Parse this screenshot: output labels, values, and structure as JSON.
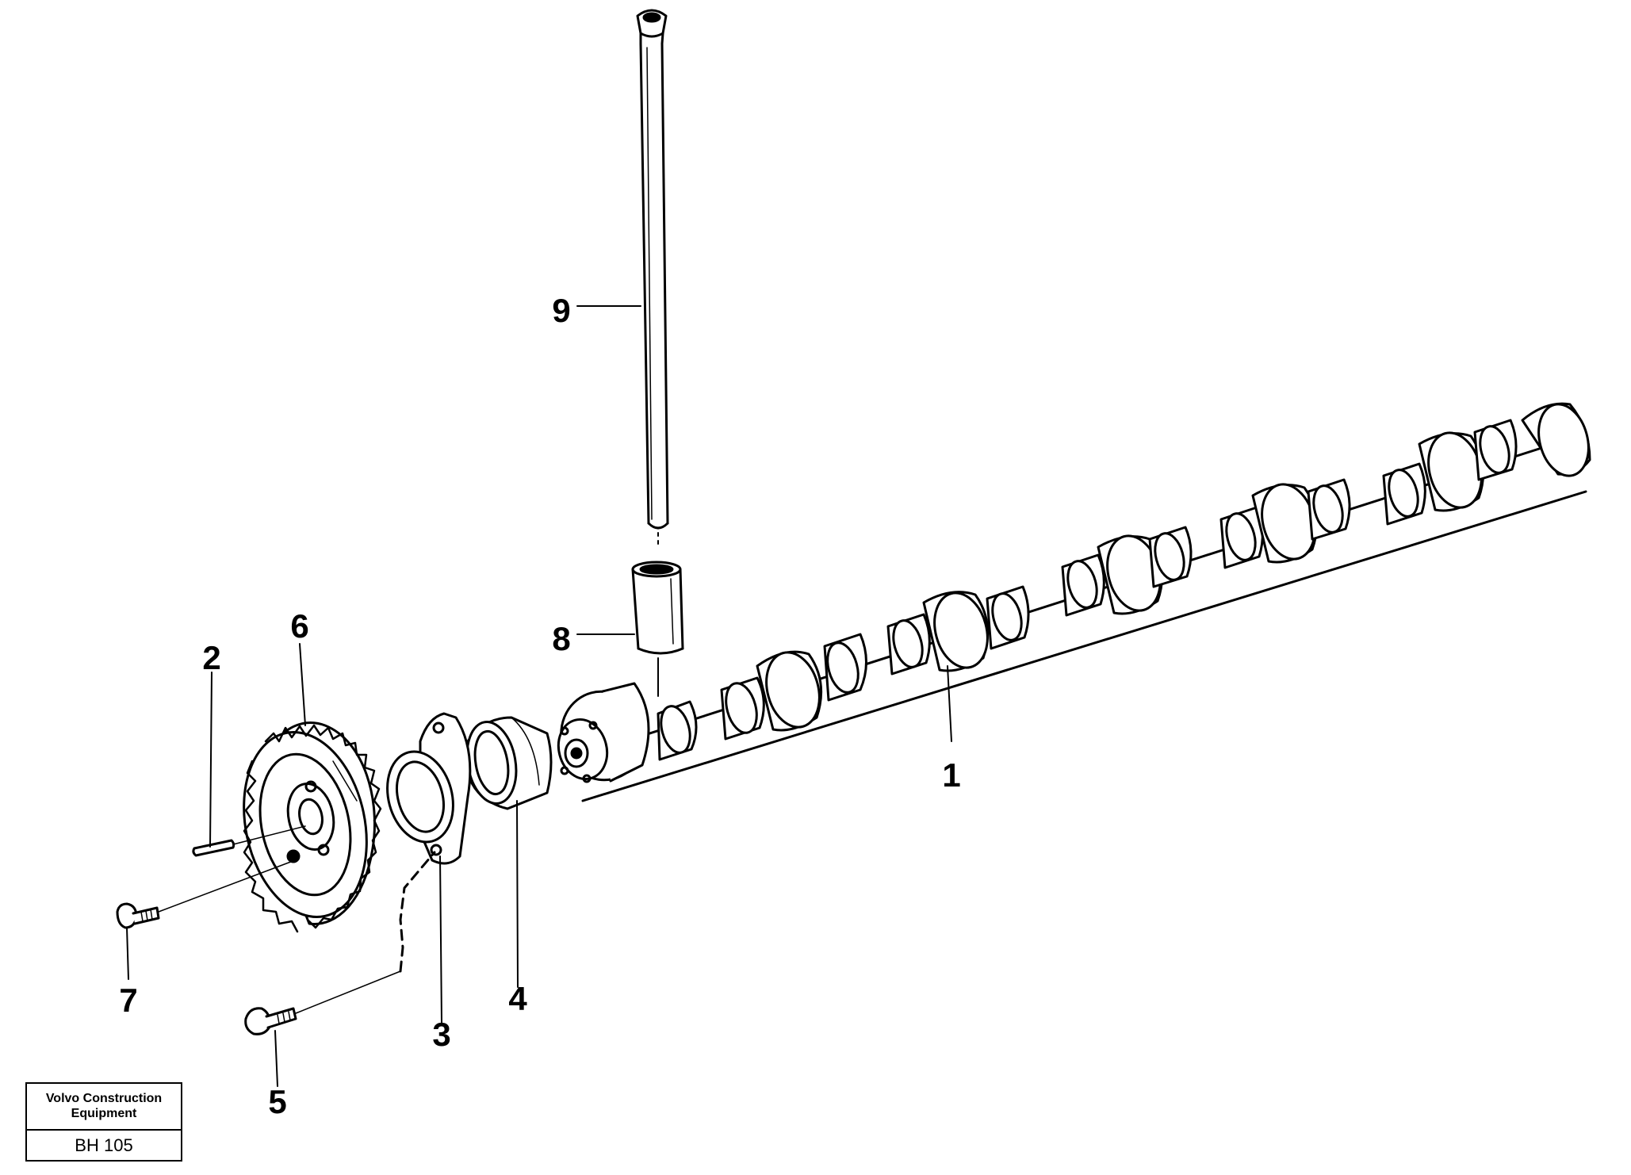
{
  "callouts": {
    "c1": "1",
    "c2": "2",
    "c3": "3",
    "c4": "4",
    "c5": "5",
    "c6": "6",
    "c7": "7",
    "c8": "8",
    "c9": "9"
  },
  "caption": {
    "company_line1": "Volvo Construction",
    "company_line2": "Equipment",
    "code": "BH 105"
  }
}
